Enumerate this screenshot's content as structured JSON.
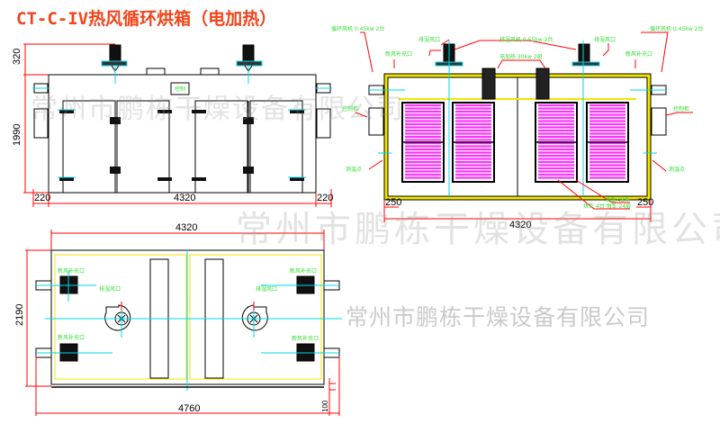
{
  "title": "CT-C-IV热风循环烘箱（电加热）",
  "watermarks": {
    "top": "常州市鹏栋干燥设备有限公司",
    "middle": "常州市鹏栋干燥设备有限公司",
    "bottom_right": "常州市鹏栋干燥设备有限公司"
  },
  "front_view": {
    "dim_fan_height": "320",
    "dim_body_height": "1990",
    "dim_width": "4320",
    "dim_left_side": "220",
    "dim_right_side": "220",
    "panel_label": "控制"
  },
  "section_view": {
    "dim_width": "4320",
    "dim_left": "250",
    "dim_right": "250",
    "labels": {
      "circ_fan_left": "循环风机 0.45kw 2台",
      "circ_fan_right": "循环风机 0.45kw 2台",
      "exhaust_left": "排湿风口",
      "exhaust_right": "排湿风口",
      "exhaust_fan": "排湿风机 0.55kw 2台",
      "fresh_air_left": "新风补充口",
      "fresh_air_right": "新风补充口",
      "heater": "电加热 30kw 2组",
      "control_left": "控制柜",
      "control_right": "控制柜",
      "temp_left": "测温点",
      "temp_right": "测温点",
      "tray": "烘盘 48件",
      "cart": "烘车 4台 每车 24层"
    }
  },
  "top_view": {
    "dim_width": "4320",
    "dim_total_width": "4760",
    "dim_depth": "2190",
    "dim_offset": "100",
    "labels": {
      "fresh_tl": "新风补充口",
      "fresh_bl": "新风补充口",
      "fresh_tr": "新风补充口",
      "fresh_br": "新风补充口",
      "exhaust_l": "排湿风口",
      "exhaust_r": "排湿风口"
    }
  },
  "colors": {
    "title": "#f0441a",
    "dimension": "#ff0000",
    "centerline": "#00d8e8",
    "insulation": "#f2e600",
    "tray": "#ff33ff",
    "label": "#33dd33",
    "outline": "#000000"
  }
}
